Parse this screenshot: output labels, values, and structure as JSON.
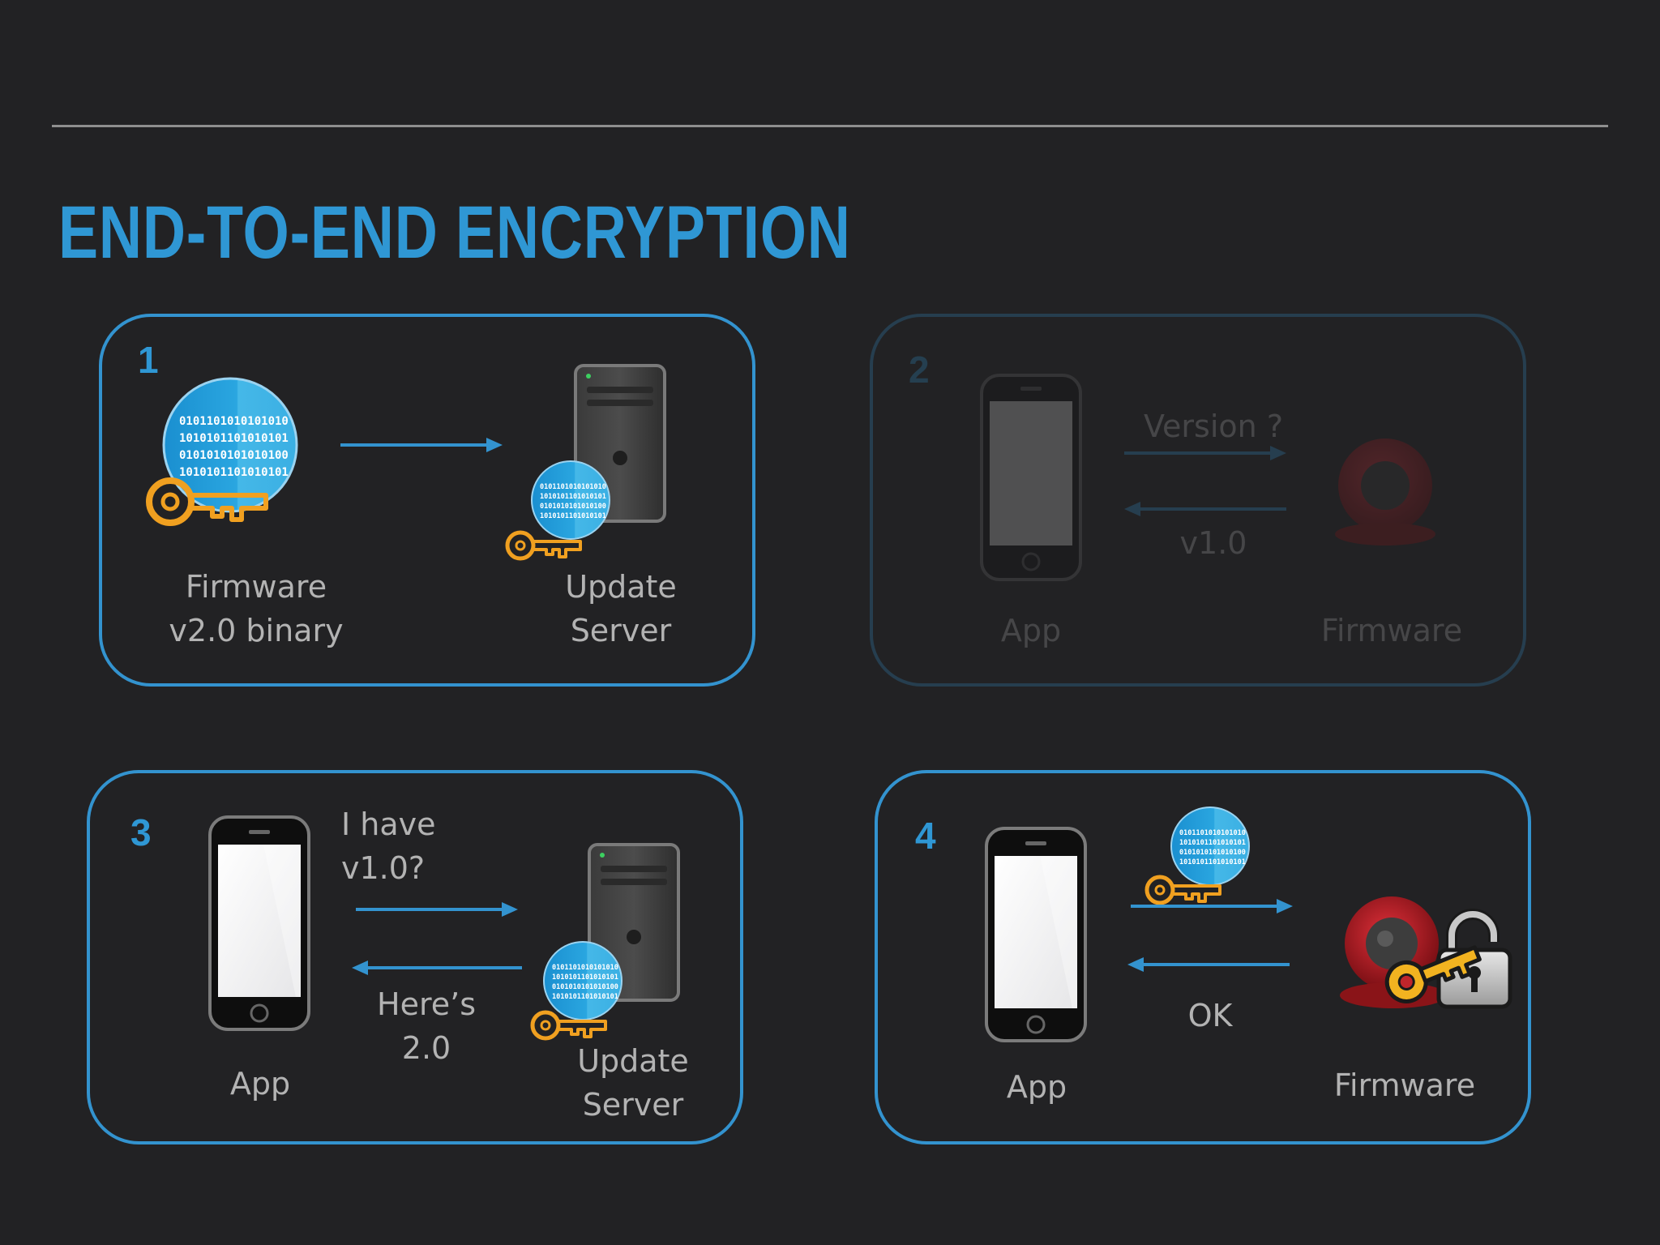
{
  "slide": {
    "title": "END-TO-END ENCRYPTION"
  },
  "panels": [
    {
      "number": "1",
      "left_label": [
        "Firmware",
        "v2.0 binary"
      ],
      "right_label": [
        "Update",
        "Server"
      ],
      "binary_rows": [
        "0101101010101010",
        "1010101101010101",
        "0101010101010100",
        "1010101101010101"
      ]
    },
    {
      "number": "2",
      "left_label": [
        "App"
      ],
      "right_label": [
        "Firmware"
      ],
      "arrow_top_label": "Version ?",
      "arrow_bottom_label": "v1.0"
    },
    {
      "number": "3",
      "left_label": [
        "App"
      ],
      "right_label": [
        "Update",
        "Server"
      ],
      "arrow_top_label": [
        "I have",
        "v1.0?"
      ],
      "arrow_bottom_label": [
        "Here’s",
        "2.0"
      ]
    },
    {
      "number": "4",
      "left_label": [
        "App"
      ],
      "right_label": [
        "Firmware"
      ],
      "arrow_bottom_label": "OK"
    }
  ],
  "icons": [
    "encrypted-binary-icon",
    "key-icon",
    "server-tower-icon",
    "smartphone-icon",
    "webcam-icon",
    "padlock-icon"
  ],
  "colors": {
    "background": "#222224",
    "accent": "#2f97d4",
    "key": "#f0a020",
    "label": "#b3b3b3"
  }
}
